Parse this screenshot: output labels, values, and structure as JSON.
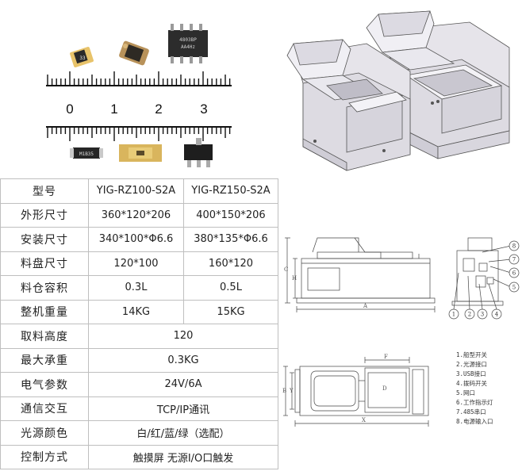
{
  "ruler": {
    "numbers": [
      "0",
      "1",
      "2",
      "3"
    ],
    "chip_top_left_label": "33",
    "chip_top_right_label": "4803BP\nAA4Hz",
    "chip_bottom_left_label": "M1B35"
  },
  "spec_table": {
    "header": [
      "型号",
      "YIG-RZ100-S2A",
      "YIG-RZ150-S2A"
    ],
    "rows": [
      {
        "label": "外形尺寸",
        "v1": "360*120*206",
        "v2": "400*150*206"
      },
      {
        "label": "安装尺寸",
        "v1": "340*100*Φ6.6",
        "v2": "380*135*Φ6.6"
      },
      {
        "label": "料盘尺寸",
        "v1": "120*100",
        "v2": "160*120"
      },
      {
        "label": "料仓容积",
        "v1": "0.3L",
        "v2": "0.5L"
      },
      {
        "label": "整机重量",
        "v1": "14KG",
        "v2": "15KG"
      },
      {
        "label": "取料高度",
        "value": "120"
      },
      {
        "label": "最大承重",
        "value": "0.3KG"
      },
      {
        "label": "电气参数",
        "value": "24V/6A"
      },
      {
        "label": "通信交互",
        "value": "TCP/IP通讯"
      },
      {
        "label": "光源颜色",
        "value": "白/红/蓝/绿（选配）"
      },
      {
        "label": "控制方式",
        "value": "触摸屏 无源I/O口触发"
      }
    ]
  },
  "side_view": {
    "dim_height_outer": "C",
    "dim_height_inner": "H",
    "dim_length": "A"
  },
  "end_view": {
    "callouts": [
      "1",
      "2",
      "3",
      "4",
      "5",
      "6",
      "7",
      "8"
    ]
  },
  "top_view": {
    "dim_width_outer": "B",
    "dim_width_inner": "Y",
    "dim_length": "X",
    "dim_opening": "F",
    "dim_inner": "D"
  },
  "legend": {
    "items": [
      "1.船型开关",
      "2.光源接口",
      "3.USB接口",
      "4.拨码开关",
      "5.网口",
      "6.工作指示灯",
      "7.485串口",
      "8.电源输入口"
    ]
  },
  "colors": {
    "table_border": "#bfbfbf",
    "machine_body": "#e6e4ea",
    "machine_edge": "#555555",
    "drawing_line": "#444444"
  }
}
